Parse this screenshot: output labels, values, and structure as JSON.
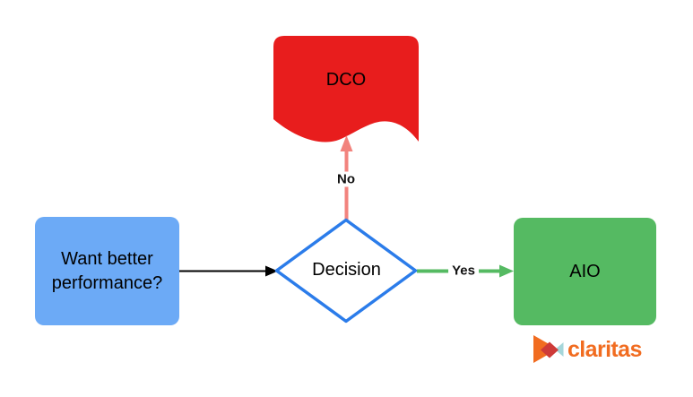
{
  "page": {
    "background_color": "#ffffff",
    "type": "flowchart"
  },
  "diagram": {
    "nodes": {
      "question": {
        "label": "Want better performance?",
        "shape": "rounded-rectangle",
        "fill": "#6caaf6",
        "text_color": "#000000"
      },
      "decision": {
        "label": "Decision",
        "shape": "diamond",
        "fill": "#ffffff",
        "stroke": "#2b7cea",
        "text_color": "#000000"
      },
      "dco": {
        "label": "DCO",
        "shape": "document",
        "fill": "#e81d1d",
        "text_color": "#000000"
      },
      "aio": {
        "label": "AIO",
        "shape": "rounded-rectangle",
        "fill": "#55ba62",
        "text_color": "#000000"
      }
    },
    "edges": {
      "question_to_decision": {
        "from": "question",
        "to": "decision",
        "label": "",
        "color": "#000000"
      },
      "no": {
        "from": "decision",
        "to": "dco",
        "label": "No",
        "color": "#f2837d"
      },
      "yes": {
        "from": "decision",
        "to": "aio",
        "label": "Yes",
        "color": "#55ba62"
      }
    }
  },
  "branding": {
    "logo_text": "claritas",
    "logo_text_color": "#f16c20",
    "logo_icon": "claritas-triangles-icon",
    "logo_icon_colors": {
      "orange": "#f16c20",
      "crimson": "#ce3a38",
      "teal": "#a5d6da"
    }
  }
}
